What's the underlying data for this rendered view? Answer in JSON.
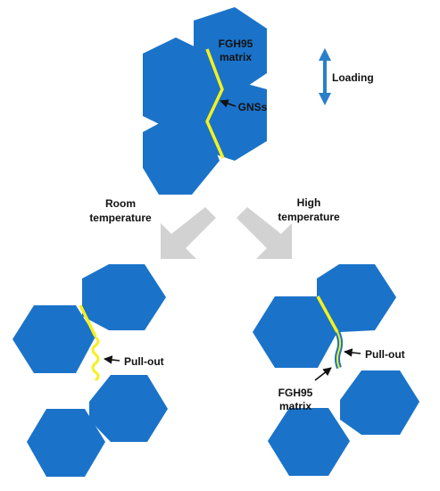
{
  "colors": {
    "grain": "#1a73c9",
    "gns": "#f5f01e",
    "arrow_shade": "#d2d2d2",
    "loading_arrow": "#2a7fc9",
    "text": "#111111"
  },
  "top": {
    "matrix_label_line1": "FGH95",
    "matrix_label_line2": "matrix",
    "gns_label": "GNSs",
    "loading_label": "Loading"
  },
  "branches": {
    "left_line1": "Room",
    "left_line2": "temperature",
    "right_line1": "High",
    "right_line2": "temperature"
  },
  "bottom_left": {
    "pullout_label": "Pull-out"
  },
  "bottom_right": {
    "pullout_label": "Pull-out",
    "matrix_label_line1": "FGH95",
    "matrix_label_line2": "matrix"
  }
}
